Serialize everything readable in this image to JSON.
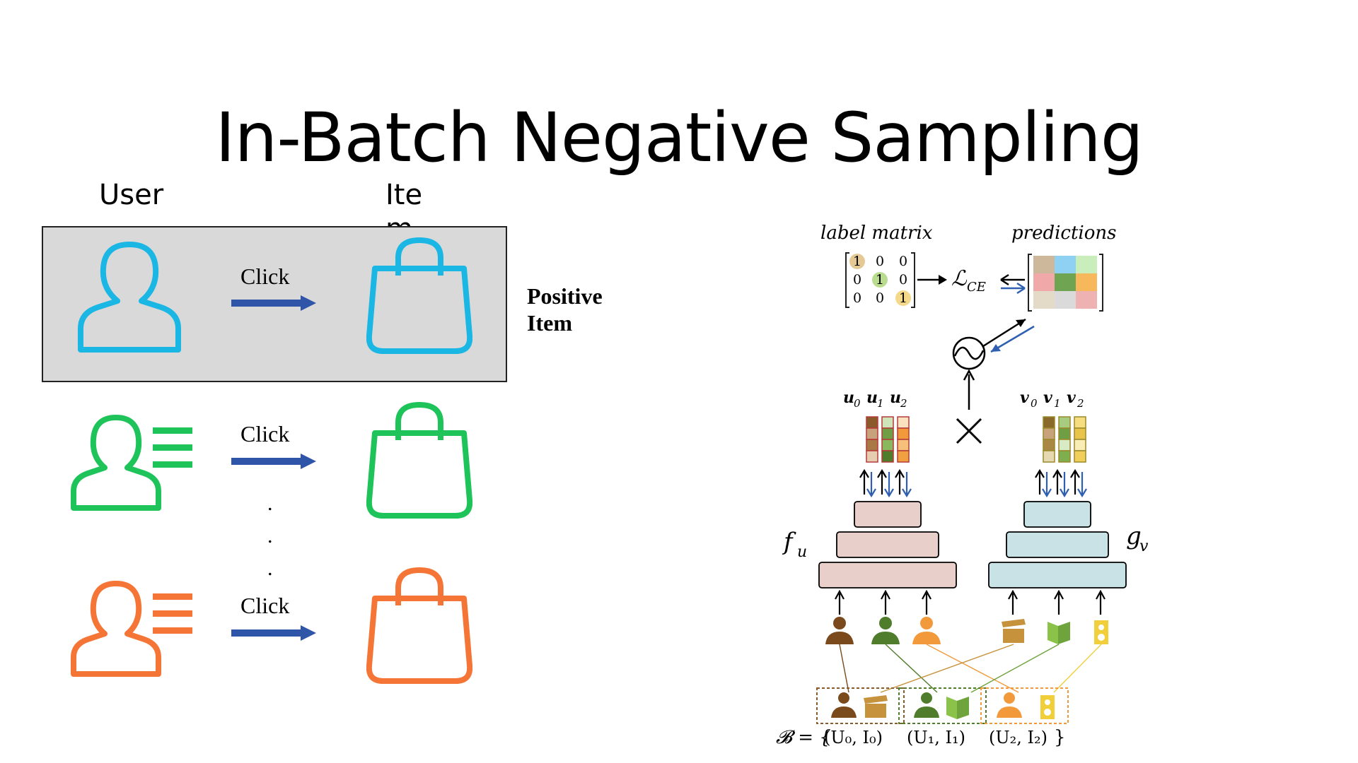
{
  "slide": {
    "title": "In-Batch Negative Sampling",
    "user_header": "User",
    "item_header": "Ite\nm",
    "click_label": "Click",
    "positive_item": "Positive\nItem",
    "ellipsis": ".\n.\n."
  },
  "figure": {
    "label_matrix_title": "label matrix",
    "predictions_title": "predictions",
    "matrix": [
      [
        "1",
        "0",
        "0"
      ],
      [
        "0",
        "1",
        "0"
      ],
      [
        "0",
        "0",
        "1"
      ]
    ],
    "loss": "ℒ",
    "loss_sub": "CE",
    "user_vectors": {
      "u0": "u",
      "u0s": "0",
      "u1s": "1",
      "u2s": "2"
    },
    "item_vectors": {
      "v": "v"
    },
    "fu": "f",
    "fu_sub": "u",
    "gv": "g",
    "gv_sub": "v",
    "batch_lhs": "𝓑 = {",
    "batch_pairs": [
      "(U₀, I₀)",
      "(U₁, I₁)",
      "(U₂, I₂)"
    ],
    "batch_rhs": "}"
  },
  "colors": {
    "blue": "#1ab6e4",
    "green": "#1ec35a",
    "orange": "#f57536",
    "arrow_blue": "#2f55a8",
    "box_gray": "#d9d9d9",
    "tower_user": "#e8cfca",
    "tower_item": "#c9e2e6"
  }
}
